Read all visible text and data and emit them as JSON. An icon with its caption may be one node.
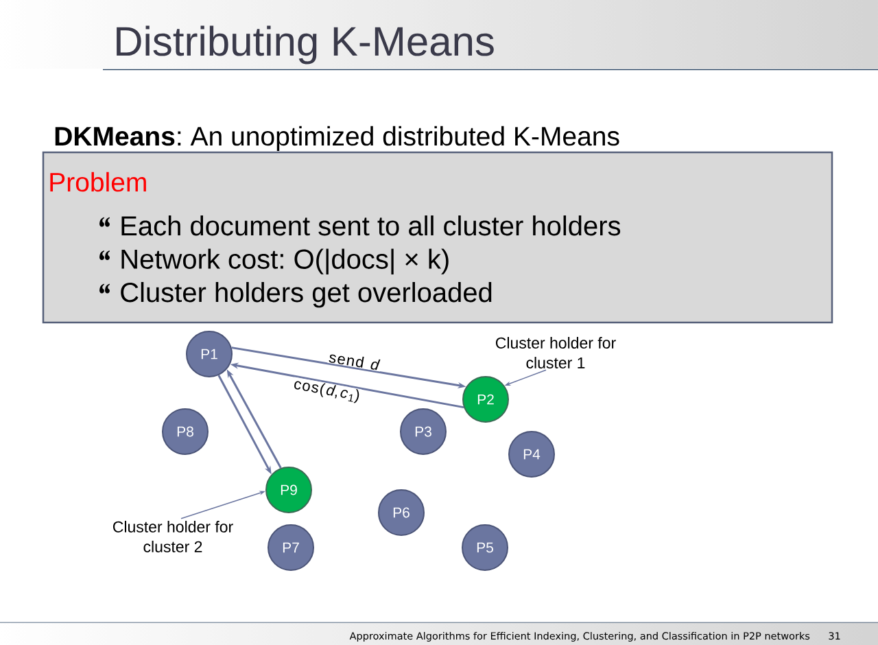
{
  "diagram": {
    "title": "Distributing K-Means",
    "nodes": [
      {
        "text": [
          "Problem",
          "Each document sent to all cluster holders",
          "Network cost: O(|docs| × k)",
          "Cluster holders get overloaded"
        ]
      },
      {
        "text": [
          "P1"
        ]
      },
      {
        "text": [
          "P2"
        ]
      },
      {
        "text": [
          "P3"
        ]
      },
      {
        "text": [
          "P4"
        ]
      },
      {
        "text": [
          "P5"
        ]
      },
      {
        "text": [
          "P6"
        ]
      },
      {
        "text": [
          "P7"
        ]
      },
      {
        "text": [
          "P8"
        ]
      },
      {
        "text": [
          "P9"
        ]
      },
      {
        "text": [
          "Cluster holder for cluster 1"
        ]
      },
      {
        "text": [
          "Cluster holder for cluster 2"
        ]
      }
    ],
    "edges": [
      {
        "from": 1,
        "to": 2,
        "arrow": "to",
        "label": "send *d*"
      },
      {
        "from": 2,
        "to": 1,
        "arrow": "to",
        "label": "cos(*d*,*c*$_{1}$)"
      },
      {
        "from": 1,
        "to": 9,
        "arrow": "to"
      },
      {
        "from": 9,
        "to": 1,
        "arrow": "to"
      },
      {
        "from": 10,
        "to": 2,
        "arrow": "to"
      },
      {
        "from": 11,
        "to": 9,
        "arrow": "to"
      }
    ],
    "labels": [
      "**DKMeans**: An unoptimized distributed K-Means",
      "Approximate Algorithms for Efficient Indexing, Clustering, and Classification in P2P networks",
      "31"
    ]
  }
}
